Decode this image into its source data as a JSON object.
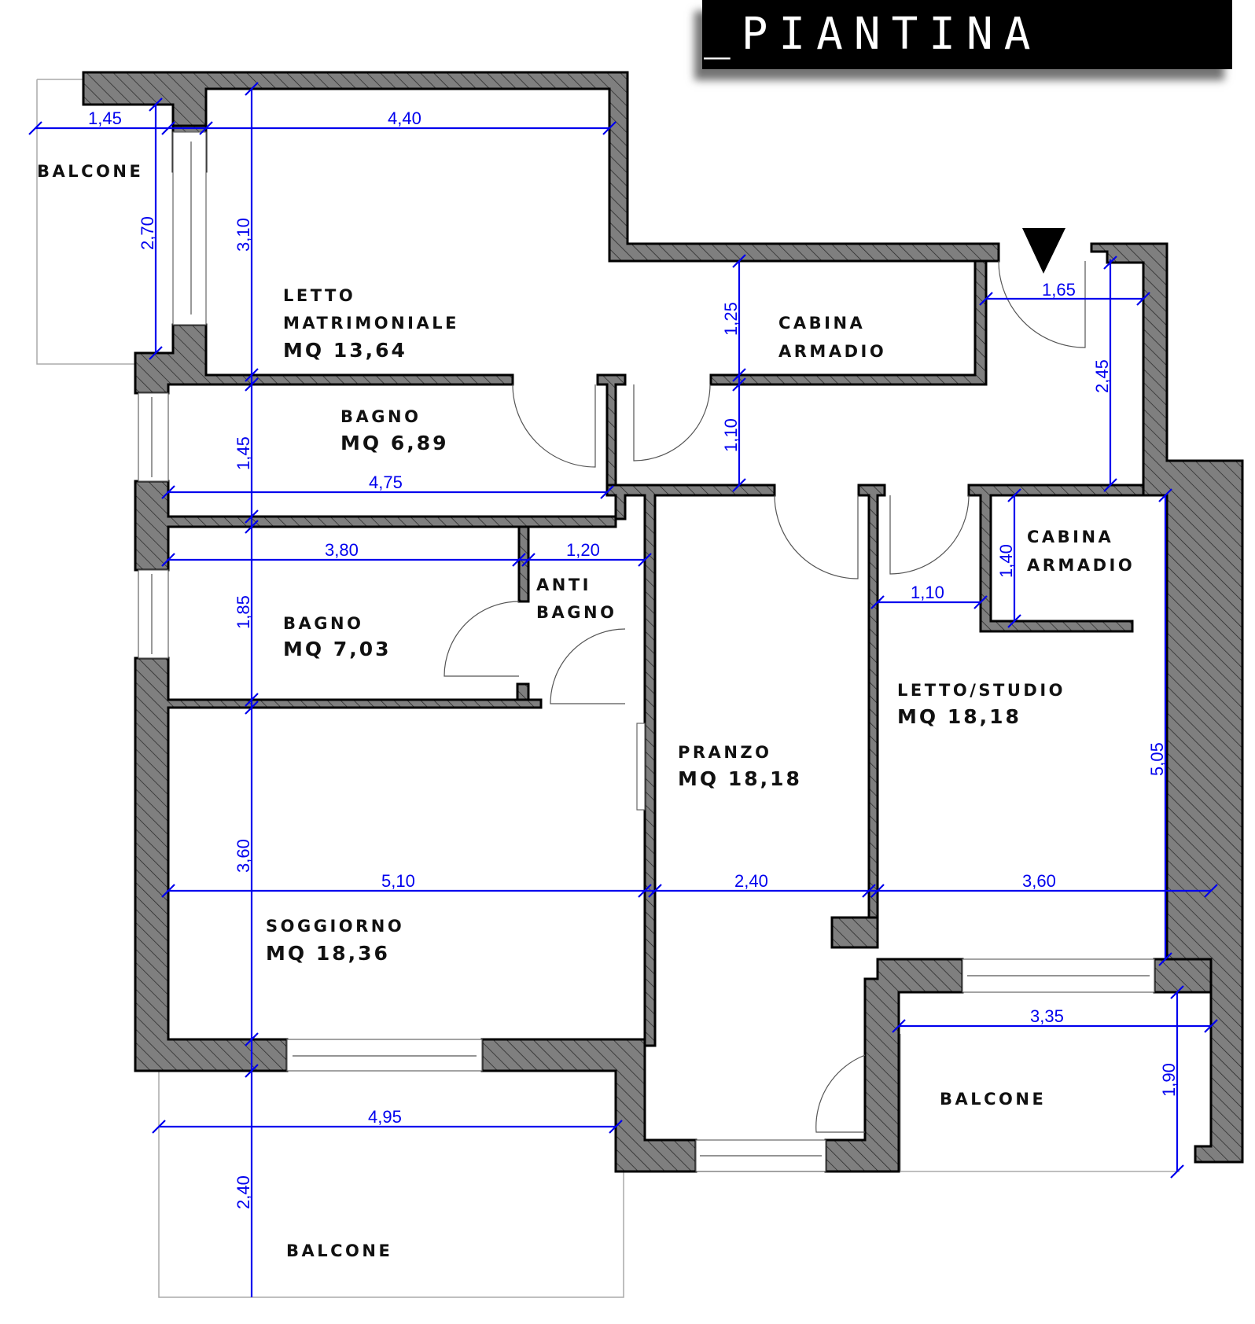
{
  "header": {
    "title": "_PIANTINA"
  },
  "colors": {
    "dimension": "#0000ee",
    "wall_fill": "#7f7f7f",
    "wall_stroke": "#000000",
    "title_bg": "#000000",
    "title_text": "#ffffff"
  },
  "rooms": {
    "letto_matrimoniale": {
      "line1": "LETTO",
      "line2": "MATRIMONIALE",
      "area": "MQ 13,64"
    },
    "cabina_armadio_1": {
      "line1": "CABINA",
      "line2": "ARMADIO"
    },
    "bagno_1": {
      "line1": "BAGNO",
      "area": "MQ 6,89"
    },
    "bagno_2": {
      "line1": "BAGNO",
      "area": "MQ 7,03"
    },
    "antibagno": {
      "line1": "ANTI",
      "line2": "BAGNO"
    },
    "cabina_armadio_2": {
      "line1": "CABINA",
      "line2": "ARMADIO"
    },
    "letto_studio": {
      "line1": "LETTO/STUDIO",
      "area": "MQ 18,18"
    },
    "pranzo": {
      "line1": "PRANZO",
      "area": "MQ 18,18"
    },
    "soggiorno": {
      "line1": "SOGGIORNO",
      "area": "MQ 18,36"
    },
    "balcone_nw": {
      "line1": "BALCONE"
    },
    "balcone_se": {
      "line1": "BALCONE"
    },
    "balcone_s": {
      "line1": "BALCONE"
    }
  },
  "entrance": {
    "icon": "entrance-arrow-icon"
  },
  "dimensions": {
    "balcone_nw_width": "1,45",
    "letto_width": "4,40",
    "balcone_nw_depth": "2,70",
    "letto_depth": "3,10",
    "cabina1_depth": "1,25",
    "corridor_depth": "1,10",
    "entrance_width": "1,65",
    "entrance_depth": "2,45",
    "bagno1_depth": "1,45",
    "bagno1_width": "4,75",
    "bagno2_width": "3,80",
    "antibagno_width": "1,20",
    "bagno2_depth": "1,85",
    "cabina2_depth": "1,40",
    "studio_corridor_width": "1,10",
    "studio_depth": "5,05",
    "soggiorno_depth": "3,60",
    "soggiorno_width": "5,10",
    "pranzo_width": "2,40",
    "studio_width": "3,60",
    "balcone_se_width": "3,35",
    "balcone_se_depth": "1,90",
    "balcone_s_width": "4,95",
    "balcone_s_depth": "2,40"
  }
}
